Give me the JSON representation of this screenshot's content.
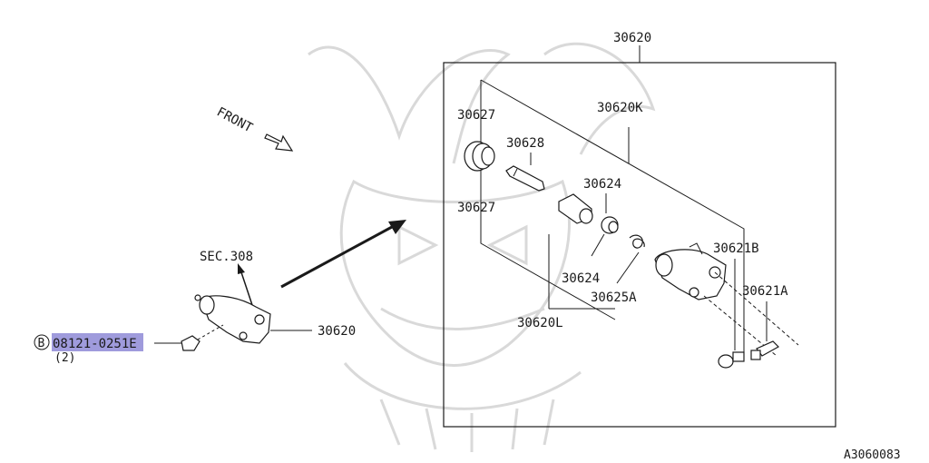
{
  "diagram": {
    "assembly_label": "30620",
    "front_label": "FRONT",
    "sec_ref": "SEC.308",
    "mount_label": "30620",
    "bolt_prefix": "B",
    "bolt_part": "08121-0251E",
    "bolt_qty": "(2)",
    "figure_id": "A3060083",
    "parts": {
      "p30627_top": "30627",
      "p30627_bottom": "30627",
      "p30628": "30628",
      "p30620k": "30620K",
      "p30624_top": "30624",
      "p30624_bottom": "30624",
      "p30625a": "30625A",
      "p30620l": "30620L",
      "p30621b": "30621B",
      "p30621a": "30621A"
    }
  }
}
